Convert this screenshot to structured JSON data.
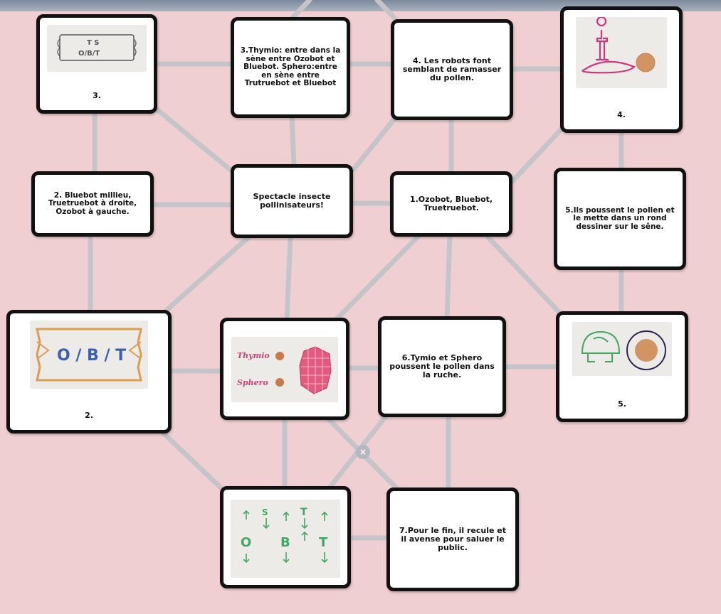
{
  "colors": {
    "background": "#f0cfd2",
    "link": "#c4c5c9"
  },
  "center": {
    "text": "Spectacle insecte pollinisateurs!"
  },
  "notes": {
    "n1": "1.Ozobot, Bluebot, Truetruebot.",
    "n2": "2. Bluebot millieu, Truetruebot à droite, Ozobot à gauche.",
    "n3": "3.Thymio: entre dans la sène entre Ozobot et Bluebot. Sphero:entre en sène entre Trutruebot et Bluebot",
    "n4": "4. Les robots font semblant de ramasser du pollen.",
    "n5": "5.Ils poussent le pollen et le mette dans un rond dessiner sur le sêne.",
    "n6": "6.Tymio et Sphero poussent le pollen dans la ruche.",
    "n7": "7.Pour le fin, il recule et il avense pour saluer le public."
  },
  "cards": {
    "c2": "2.",
    "c3": "3.",
    "c4": "4.",
    "c5": "5."
  },
  "sketches": {
    "c2_text": "O / B / T",
    "c3_top": "T S",
    "c3_bottom": "O/B/T",
    "cm_label1": "Thymio",
    "cm_label2": "Sphero",
    "c7_letters": [
      "O",
      "S",
      "B",
      "T",
      "T"
    ]
  },
  "remove_button": "×"
}
